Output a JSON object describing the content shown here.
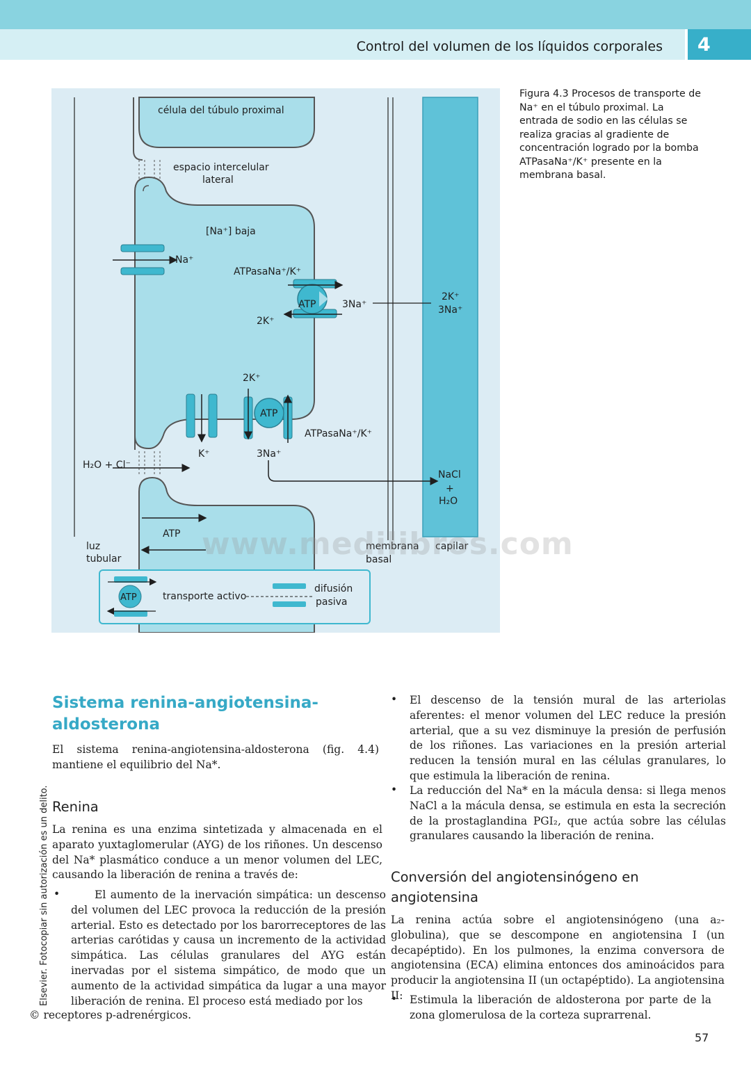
{
  "header": {
    "title": "Control del volumen de los líquidos corporales",
    "chapter": "4"
  },
  "figure": {
    "labels": {
      "cell": "célula del túbulo proximal",
      "space1": "espacio intercelular",
      "space2": "lateral",
      "na_low": "[Na⁺] baja",
      "na": "Na⁺",
      "pump_top": "ATPasaNa⁺/K⁺",
      "atp": "ATP",
      "na3": "3Na⁺",
      "k2": "2K⁺",
      "cap_k": "2K⁺",
      "cap_na": "3Na⁺",
      "k2_bottom": "2K⁺",
      "pump_bottom": "ATPasaNa⁺/K⁺",
      "k": "K⁺",
      "na3_bottom": "3Na⁺",
      "h2o_cl": "H₂O + Cl⁻",
      "nacl": "NaCl",
      "plus": "+",
      "h2o": "H₂O",
      "atp_lumen": "ATP",
      "luz1": "luz",
      "luz2": "tubular",
      "membrana1": "membrana",
      "membrana2": "basal",
      "capilar": "capilar",
      "legend_active": "transporte activo",
      "legend_passive1": "difusión",
      "legend_passive2": "pasiva",
      "legend_atp": "ATP"
    },
    "caption": "Figura 4.3 Procesos de transporte de Na⁺ en el túbulo proximal. La entrada de sodio en las células se realiza gracias al gradiente de concentración logrado por la bomba ATPasaNa⁺/K⁺ presente en la membrana basal."
  },
  "watermark": "www.medilibros.com",
  "section": {
    "title": "Sistema renina-angiotensina-aldosterona",
    "intro": "El sistema renina-angiotensina-aldosterona (fig. 4.4) mantiene el equilibrio del Na*.",
    "renina_heading": "Renina",
    "renina_para": "La renina es una enzima sintetizada y almacenada en el aparato yuxtaglomerular (AYG) de los riñones. Un descenso del Na* plasmático conduce a un menor volumen del LEC, causando la liberación de renina a través de:",
    "bullet1": "El aumento de la inervación simpática: un descenso del volumen del LEC provoca la reducción de la presión arterial. Esto es detectado por los barorreceptores de las arterias carótidas y causa un incremento de la actividad simpática. Las células granulares del AYG están inervadas por el sistema simpático, de modo que un aumento de la actividad simpática da lugar a una mayor liberación de renina. El proceso está mediado por los",
    "bullet1_end": "receptores p-adrenérgicos.",
    "bullet2": "El descenso de la tensión mural de las arteriolas aferentes: el menor volumen del LEC reduce la presión arterial, que a su vez disminuye la presión de perfusión de los riñones. Las variaciones en la presión arterial reducen la tensión mural en las células granulares, lo que estimula la liberación de renina.",
    "bullet3": "La reducción del Na* en la mácula densa: si llega menos NaCl a la mácula densa, se estimula en esta la secreción de la prostaglandina PGI₂, que actúa sobre las células granulares causando la liberación de renina.",
    "conv_heading": "Conversión del angiotensinógeno en angiotensina",
    "conv_para": "La renina actúa sobre el angiotensinógeno (una a₂-globulina), que se descompone en angiotensina I (un decapéptido). En los pulmones, la enzima conversora de angiotensina (ECA) elimina entonces dos aminoácidos para producir la angiotensina II (un octapéptido). La angiotensina II:",
    "bullet4": "Estimula la liberación de aldosterona por parte de la zona glomerulosa de la corteza suprarrenal."
  },
  "side_note": "Elsevier. Fotocopiar sin autorización es un delito.",
  "copyright_symbol": "©",
  "page_number": "57"
}
